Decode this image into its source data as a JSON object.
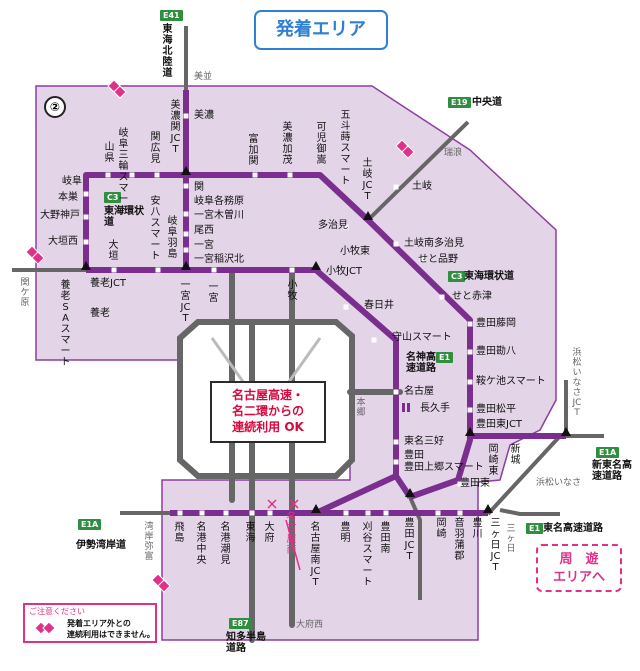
{
  "title": "発着エリア",
  "route_number": "②",
  "info_box": [
    "名古屋高速・",
    "名二環からの",
    "連続利用 OK"
  ],
  "tour_box": [
    "周　遊",
    "エリアへ"
  ],
  "notice": {
    "title": "ご注意ください",
    "line1": "発着エリア外との",
    "line2": "連続利用はできません。"
  },
  "badges": {
    "e41": "E41",
    "e19": "E19",
    "c3_left": "C3",
    "c3_right": "C3",
    "e1_meishin": "E1",
    "e1a_right": "E1A",
    "e1a_left": "E1A",
    "e1_tomei": "E1",
    "e87": "E87"
  },
  "roads": {
    "tokai_hokuriku": "東海北陸道",
    "chuo": "中央道",
    "tokai_kanjo_left": "東海環状道",
    "tokai_kanjo_right": "東海環状道",
    "meishin": "名神高速道路",
    "shin_tomei": "新東名高速道路",
    "isewangan": "伊勢湾岸道",
    "tomei": "東名高速道路",
    "chita": "知多半島道路"
  },
  "stations": {
    "minokan_jct": "美濃関JCT",
    "mino": "美濃",
    "gifu_sanwa": "岐阜三輪スマート",
    "yamagata": "山県",
    "sekihiromi": "関広見",
    "tomika": "富加関",
    "minokamo": "美濃加茂",
    "kani_mitake": "可児御嵩",
    "gotosaki": "五斗蒔スマート",
    "toki_jct": "土岐JCT",
    "toki": "土岐",
    "gifu": "岐阜",
    "motosu": "本巣",
    "ono_kobe": "大野神戸",
    "ogaki_nishi": "大垣西",
    "ogaki": "大垣",
    "anpachi": "安八スマート",
    "gifu_hashima": "岐阜羽島",
    "seki": "関",
    "gifu_kakamigahara": "岐阜各務原",
    "ichinomiya_kisogawa": "一宮木曽川",
    "bisai": "尾西",
    "ichinomiya": "一宮",
    "ichinomiya_inazawa": "一宮稲沢北",
    "tajimi": "多治見",
    "komaki_higashi": "小牧東",
    "toki_minami": "土岐南多治見",
    "seto_shinano": "せと品野",
    "seto_akazu": "せと赤津",
    "yoro_jct": "養老JCT",
    "yoro": "養老",
    "yoro_smart": "養老SAスマート",
    "ichinomiya_jct": "一宮JCT",
    "ichinomiya_ex": "一宮",
    "komaki": "小牧",
    "komaki_jct": "小牧JCT",
    "kasugai": "春日井",
    "moriyama": "守山スマート",
    "nagoya": "名古屋",
    "nagakute": "長久手",
    "toyota_fujioka": "豊田藤岡",
    "toyota_kanpachi": "豊田勘八",
    "kagoikeike": "鞍ケ池スマート",
    "toyota_matsudaira": "豊田松平",
    "toyota_higashi_jct": "豊田東JCT",
    "meito_miyoshi": "東名三好",
    "toyota": "豊田",
    "toyota_kamigo": "豊田上郷スマート",
    "toyota_higashi": "豊田東",
    "okazaki_higashi": "岡崎東",
    "shinshiro": "新城",
    "hamamatsu_inasa": "浜松いなさ",
    "hamamatsu_inasa_jct": "浜松いなさJCT",
    "toyota_jct": "豊田JCT",
    "okazaki": "岡崎",
    "otowa_gamagori": "音羽蒲郡",
    "toyokawa": "豊川",
    "mikkabi_jct": "三ヶ日JCT",
    "mikkabi": "三ヶ日",
    "tobishima": "飛島",
    "nagoya_minato_naka": "名港中央",
    "nagoya_minato_shiomi": "名港潮見",
    "tokai": "東海",
    "obu": "大府",
    "toyoake": "豊明",
    "kariya": "刈谷スマート",
    "toyotaminami": "豊田南",
    "nagoya_minami_jct": "名古屋南JCT",
    "kariya_crossed": "名古屋南",
    "wangan_yatomi": "湾岸弥富",
    "obu_nishi": "大府西",
    "mizunami": "瑞浪",
    "minami_sekigahara": "関ケ原",
    "mino_gray": "美並",
    "honshin": "本郷"
  }
}
